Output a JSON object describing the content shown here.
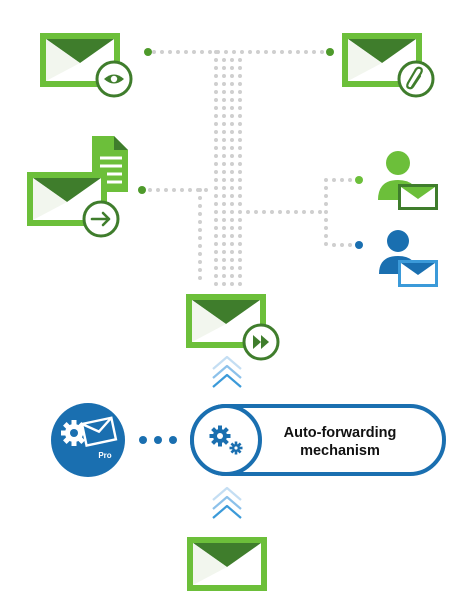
{
  "mechanism": {
    "line1": "Auto-forwarding",
    "line2": "mechanism"
  },
  "app_badge": {
    "text": "Pro"
  },
  "icons": {
    "top_left": "envelope-eye-icon",
    "top_right": "envelope-paperclip-icon",
    "middle_left": "envelope-document-forward-icon",
    "recipient_green": "user-envelope-icon",
    "recipient_blue": "user-envelope-icon",
    "center": "envelope-fast-forward-icon",
    "bottom": "envelope-icon",
    "app_logo": "gears-envelope-icon",
    "mechanism_icon": "gears-icon"
  },
  "colors": {
    "green": "#6cbf3a",
    "dark_green": "#3f7d2c",
    "blue": "#1a6fb0",
    "light_blue": "#3b9ad9",
    "dots": "#cfcfcf"
  }
}
